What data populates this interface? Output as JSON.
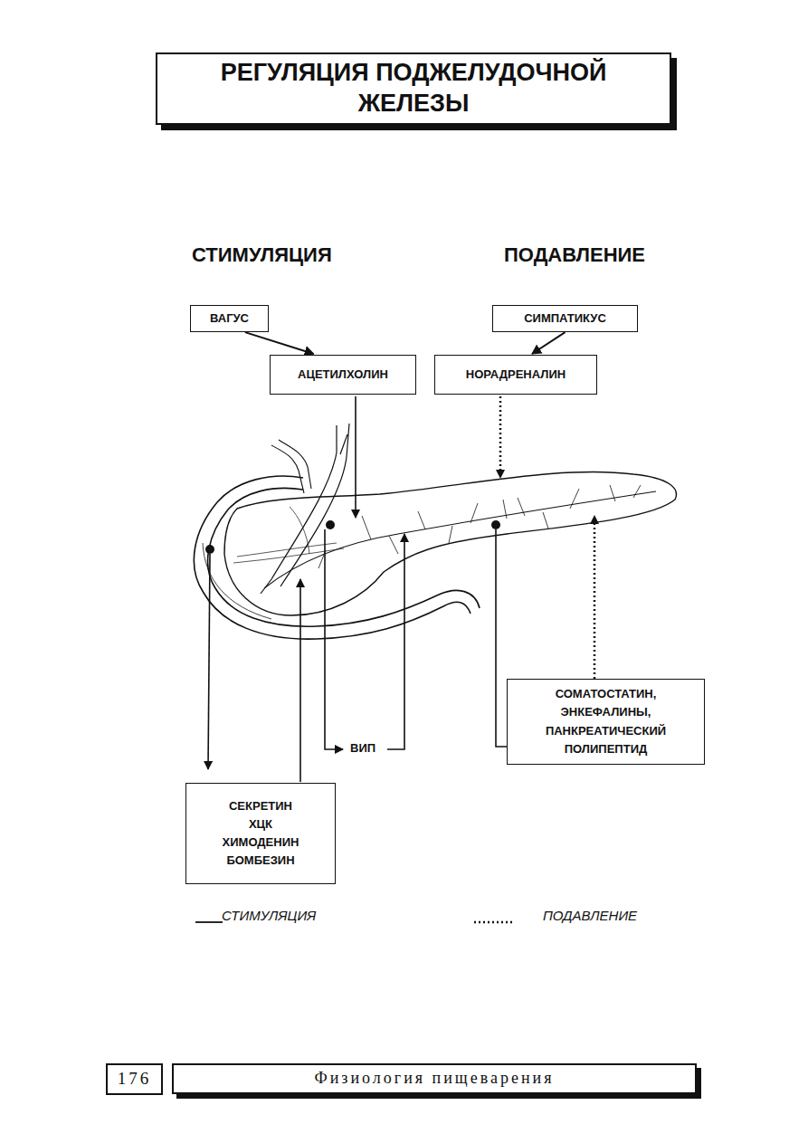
{
  "diagram": {
    "title": "РЕГУЛЯЦИЯ ПОДЖЕЛУДОЧНОЙ ЖЕЛЕЗЫ",
    "nodes": [
      {
        "text": [
          "ВАГУС"
        ]
      },
      {
        "text": [
          "СИМПАТИКУС"
        ]
      },
      {
        "text": [
          "АЦЕТИЛХОЛИН"
        ]
      },
      {
        "text": [
          "НОРАДРЕНАЛИН"
        ]
      },
      {
        "text": [
          "СОМАТОСТАТИН, ЭНКЕФАЛИНЫ, ПАНКРЕАТИЧЕСКИЙ ПОЛИПЕПТИД"
        ]
      },
      {
        "text": [
          "СЕКРЕТИН ХЦК ХИМОДЕНИН БОМБЕЗИН"
        ]
      },
      {
        "text": [
          "176"
        ]
      },
      {
        "text": [
          "Физиология пищеварения"
        ]
      }
    ],
    "edges": [
      {
        "from": 0,
        "to": 2,
        "arrow": "to"
      },
      {
        "from": 1,
        "to": 3,
        "arrow": "to"
      }
    ],
    "labels": [
      "СТИМУЛЯЦИЯ",
      "ПОДАВЛЕНИЕ",
      "ВИП"
    ],
    "legend": [
      {
        "text": "СТИМУЛЯЦИЯ"
      },
      {
        "text": "ПОДАВЛЕНИЕ"
      }
    ]
  }
}
